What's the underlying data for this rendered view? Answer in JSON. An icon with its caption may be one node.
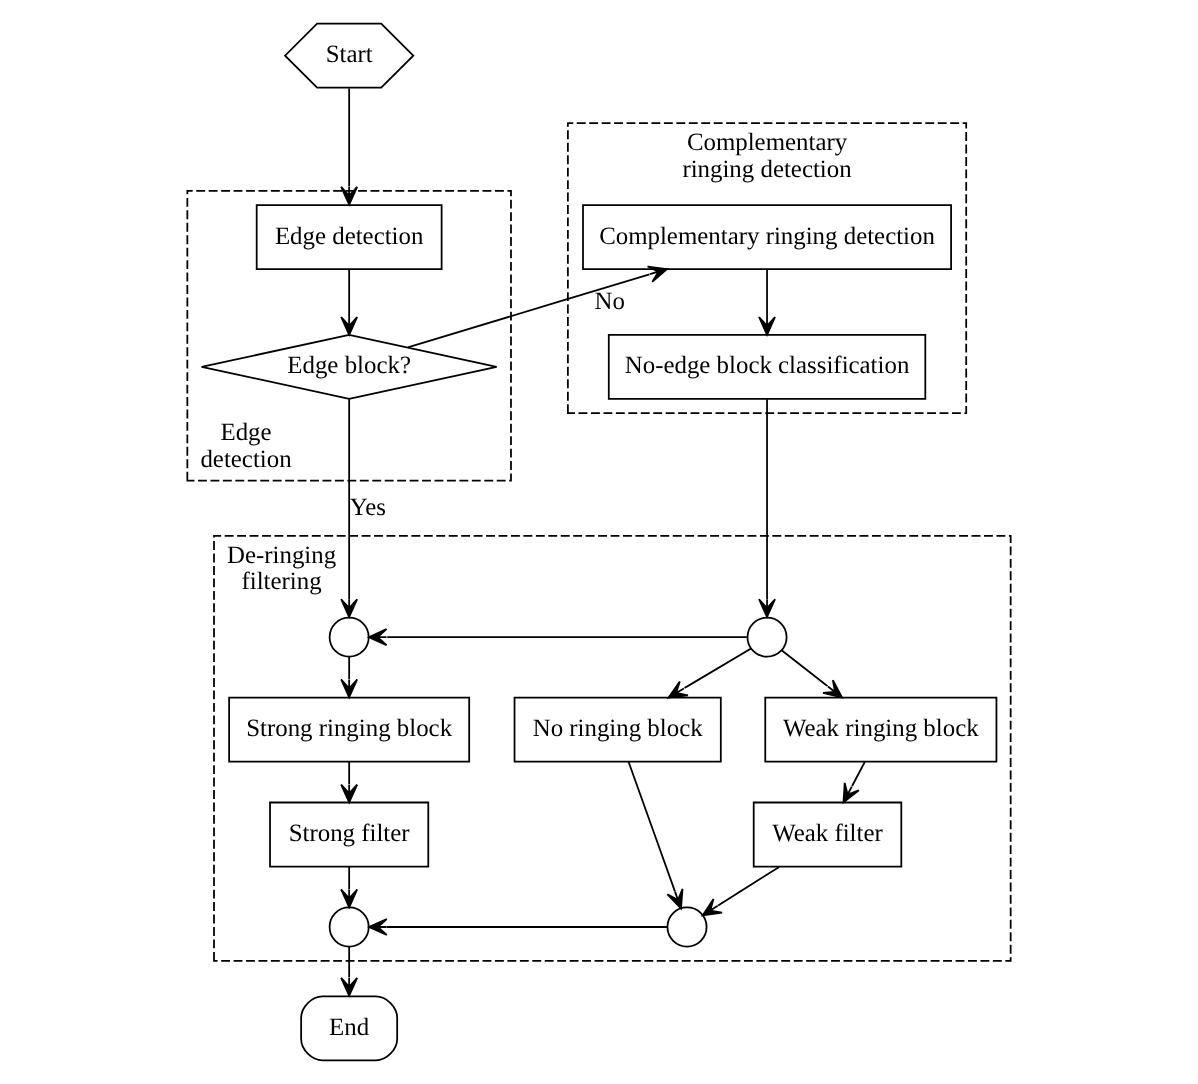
{
  "diagram": {
    "nodes": [
      {
        "text": [
          "Start"
        ]
      },
      {
        "text": [
          "Edge detection"
        ]
      },
      {
        "text": [
          "Edge detection"
        ],
        "in": 1
      },
      {
        "text": [
          "Edge block?"
        ],
        "in": 1
      },
      {
        "text": [
          "Complementary ringing detection"
        ]
      },
      {
        "text": [
          "Complementary ringing detection"
        ],
        "in": 4
      },
      {
        "text": [
          "No-edge block classification"
        ],
        "in": 4
      },
      {
        "text": [
          "De-ringing filtering"
        ]
      },
      {
        "text": [],
        "shape": "circle",
        "in": 7
      },
      {
        "text": [],
        "shape": "circle",
        "in": 7
      },
      {
        "text": [
          "Strong ringing block"
        ],
        "in": 7
      },
      {
        "text": [
          "Weak ringing block"
        ],
        "in": 7
      },
      {
        "text": [
          "No ringing block"
        ],
        "in": 7
      },
      {
        "text": [
          "Strong filter"
        ],
        "in": 7
      },
      {
        "text": [
          "Weak filter"
        ],
        "in": 7
      },
      {
        "text": [],
        "shape": "circle",
        "in": 7
      },
      {
        "text": [],
        "shape": "circle",
        "in": 7
      },
      {
        "text": [
          "End"
        ]
      }
    ],
    "edges": [
      {
        "from": 0,
        "to": 2,
        "arrow": "to"
      },
      {
        "from": 2,
        "to": 3,
        "arrow": "to"
      },
      {
        "from": 3,
        "to": 5,
        "arrow": "to",
        "label": "No"
      },
      {
        "from": 3,
        "to": 8,
        "arrow": "to",
        "label": "Yes"
      },
      {
        "from": 5,
        "to": 6,
        "arrow": "to"
      },
      {
        "from": 6,
        "to": 9,
        "arrow": "to"
      },
      {
        "from": 9,
        "to": 8,
        "arrow": "to"
      },
      {
        "from": 9,
        "to": 11,
        "arrow": "to"
      },
      {
        "from": 9,
        "to": 12,
        "arrow": "to"
      },
      {
        "from": 8,
        "to": 10,
        "arrow": "to"
      },
      {
        "from": 10,
        "to": 13,
        "arrow": "to"
      },
      {
        "from": 11,
        "to": 14,
        "arrow": "to"
      },
      {
        "from": 13,
        "to": 15,
        "arrow": "to"
      },
      {
        "from": 14,
        "to": 16,
        "arrow": "to"
      },
      {
        "from": 12,
        "to": 16,
        "arrow": "to"
      },
      {
        "from": 16,
        "to": 15,
        "arrow": "to"
      },
      {
        "from": 15,
        "to": 17,
        "arrow": "to"
      }
    ]
  }
}
